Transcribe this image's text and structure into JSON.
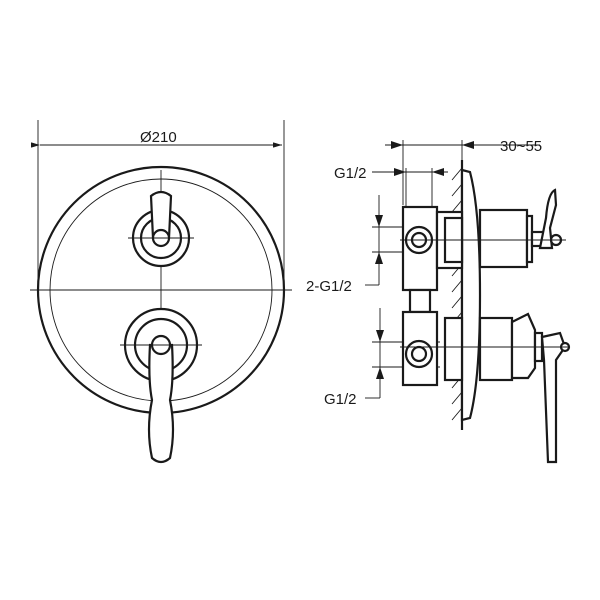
{
  "front_view": {
    "diameter_label": "Ø210"
  },
  "side_view": {
    "depth_label": "30~55",
    "top_inlet_label": "G1/2",
    "side_inlets_label": "2-G1/2",
    "bottom_outlet_label": "G1/2"
  },
  "colors": {
    "line": "#1a1a1a",
    "background": "#ffffff"
  }
}
